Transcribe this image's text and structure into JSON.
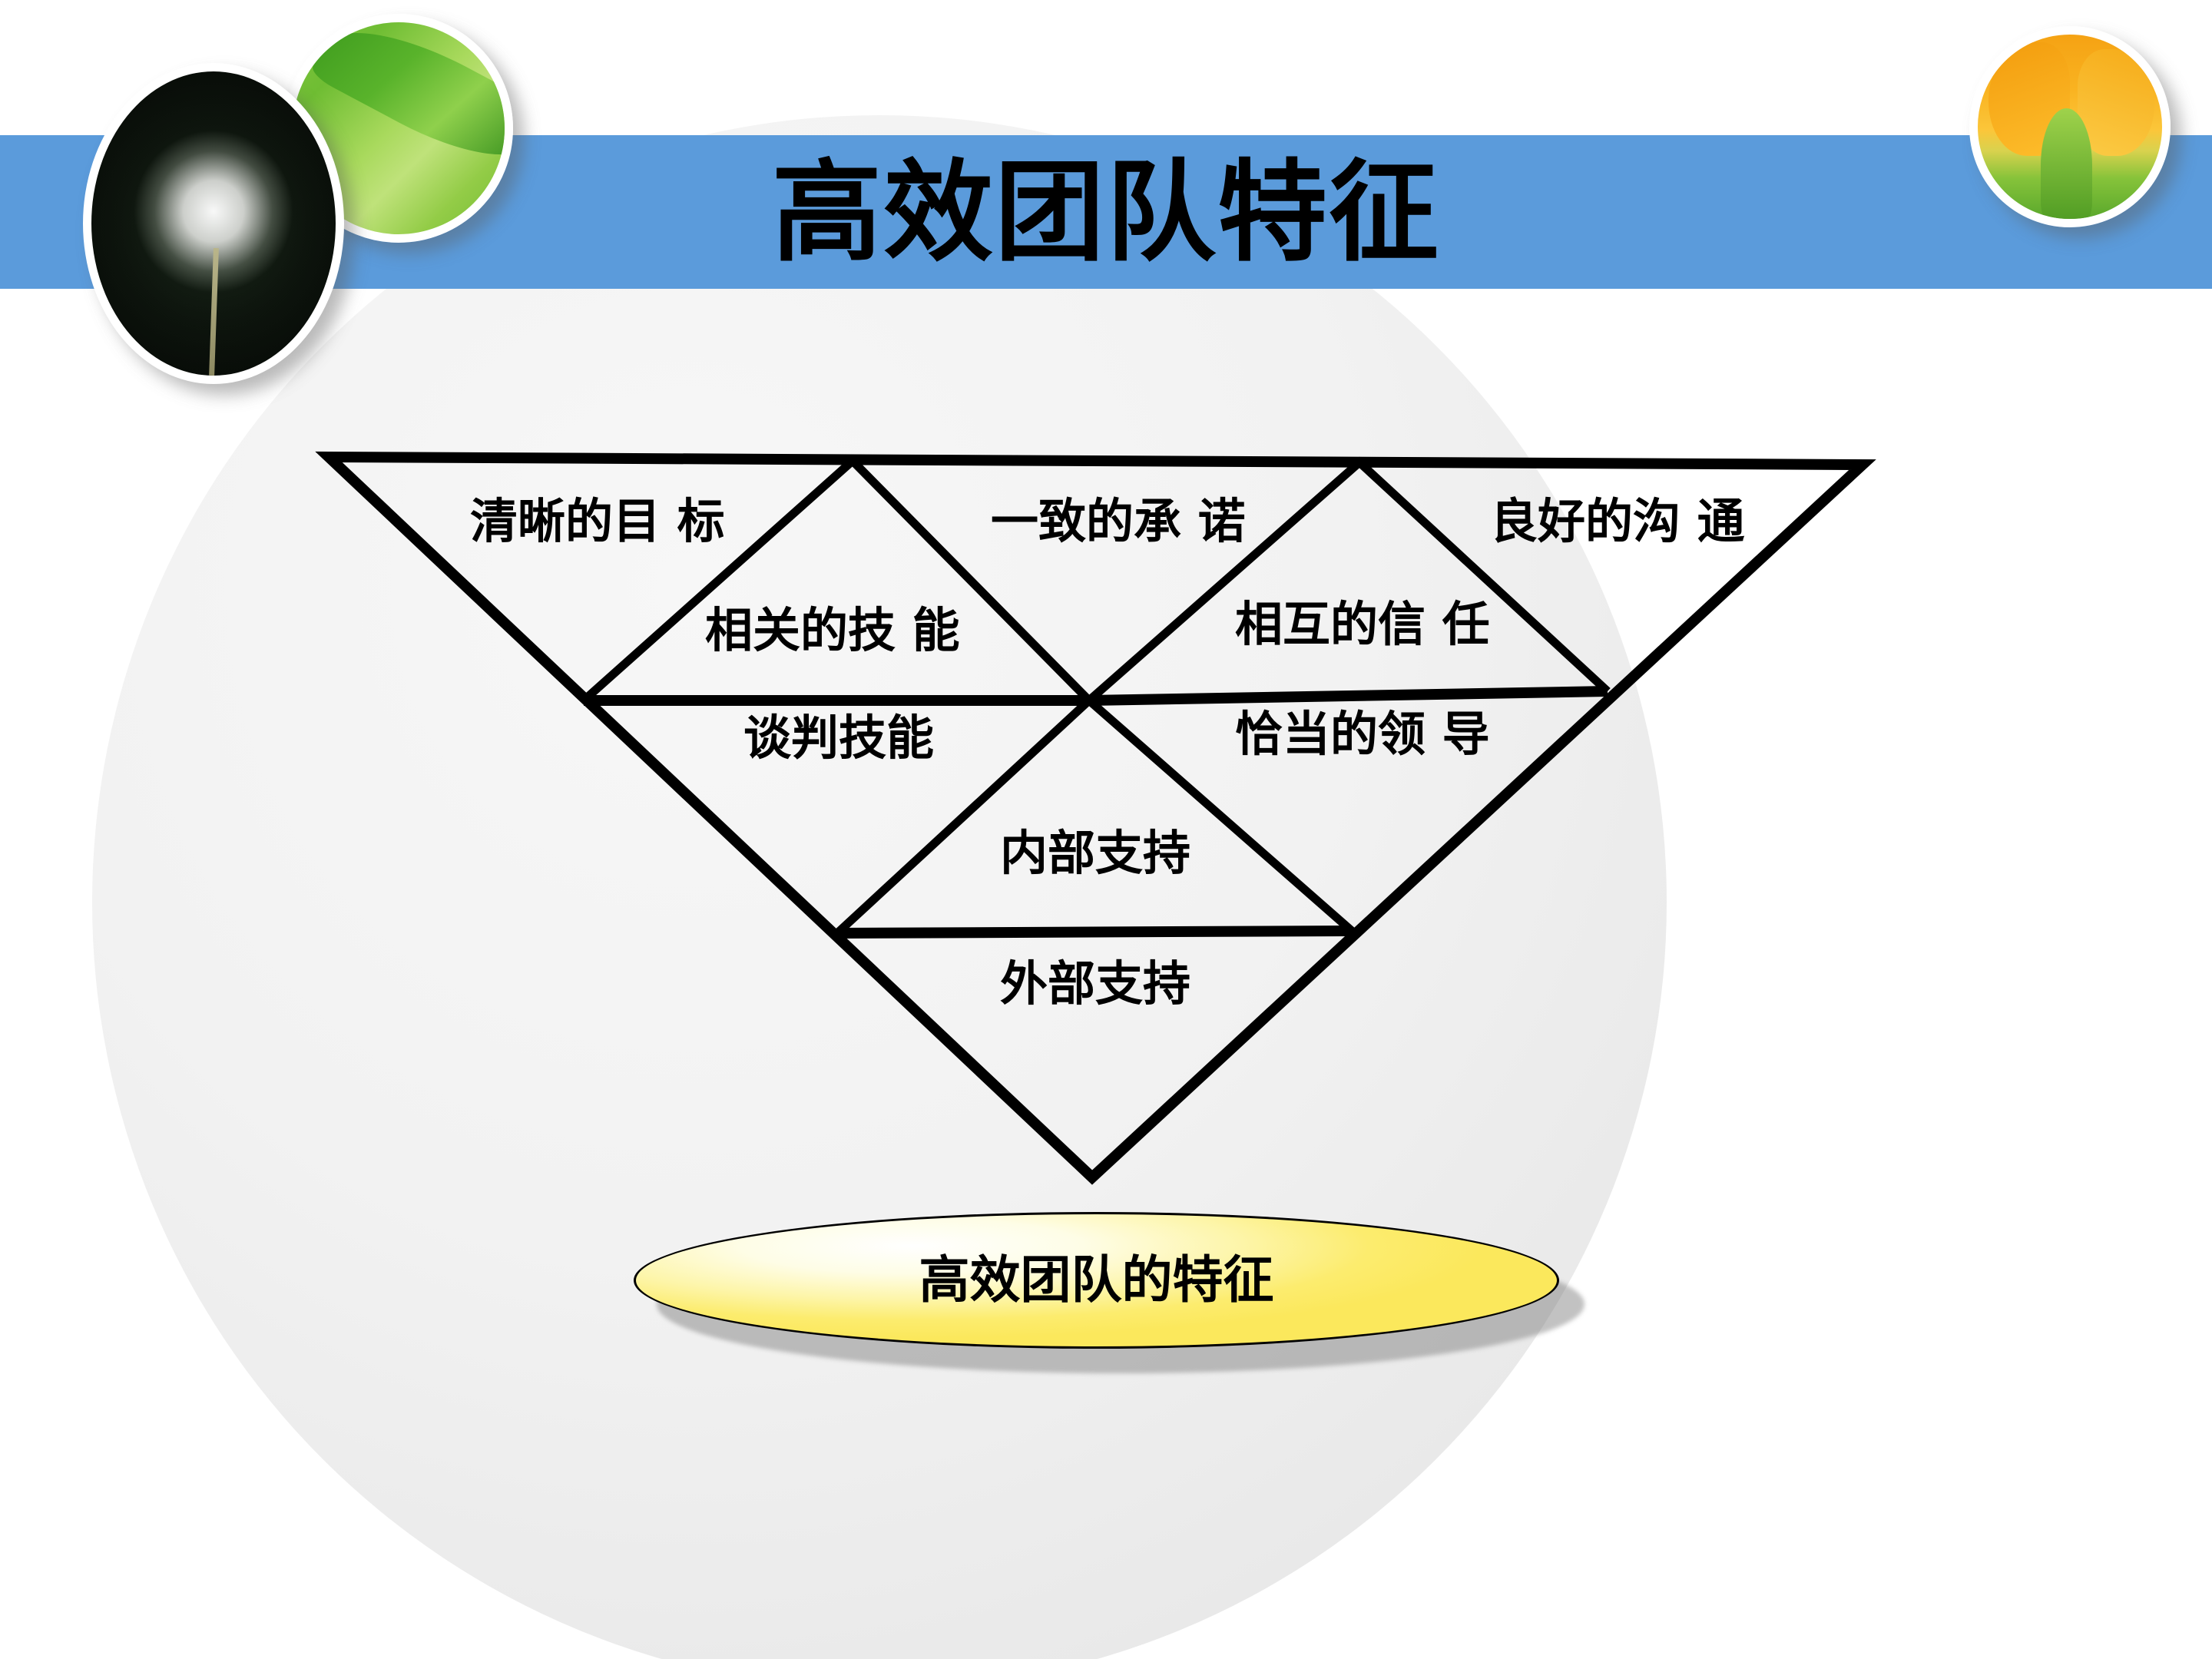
{
  "slide": {
    "title": "高效团队特征",
    "banner_color": "#5b9bdb",
    "background_color": "#ffffff"
  },
  "decorations": [
    {
      "name": "dandelion-photo-circle"
    },
    {
      "name": "green-leaf-photo-circle"
    },
    {
      "name": "orange-tulip-photo-circle"
    },
    {
      "name": "background-watermark-circle"
    }
  ],
  "diagram": {
    "type": "inverted-triangle-pyramid",
    "outline_color": "#000000",
    "labels": [
      {
        "id": "clear-goals",
        "text": "清晰的目 标"
      },
      {
        "id": "unified-commitment",
        "text": "一致的承 诺"
      },
      {
        "id": "good-communication",
        "text": "良好的沟 通"
      },
      {
        "id": "relevant-skills",
        "text": "相关的技 能"
      },
      {
        "id": "mutual-trust",
        "text": "相互的信 任"
      },
      {
        "id": "negotiating-skills",
        "text": "谈判技能"
      },
      {
        "id": "appropriate-leadership",
        "text": "恰当的领 导"
      },
      {
        "id": "internal-support",
        "text": "内部支持"
      },
      {
        "id": "external-support",
        "text": "外部支持"
      }
    ]
  },
  "summary_shape": {
    "label": "高效团队的特征",
    "fill_color": "#fcec6e",
    "border_color": "#000000"
  }
}
